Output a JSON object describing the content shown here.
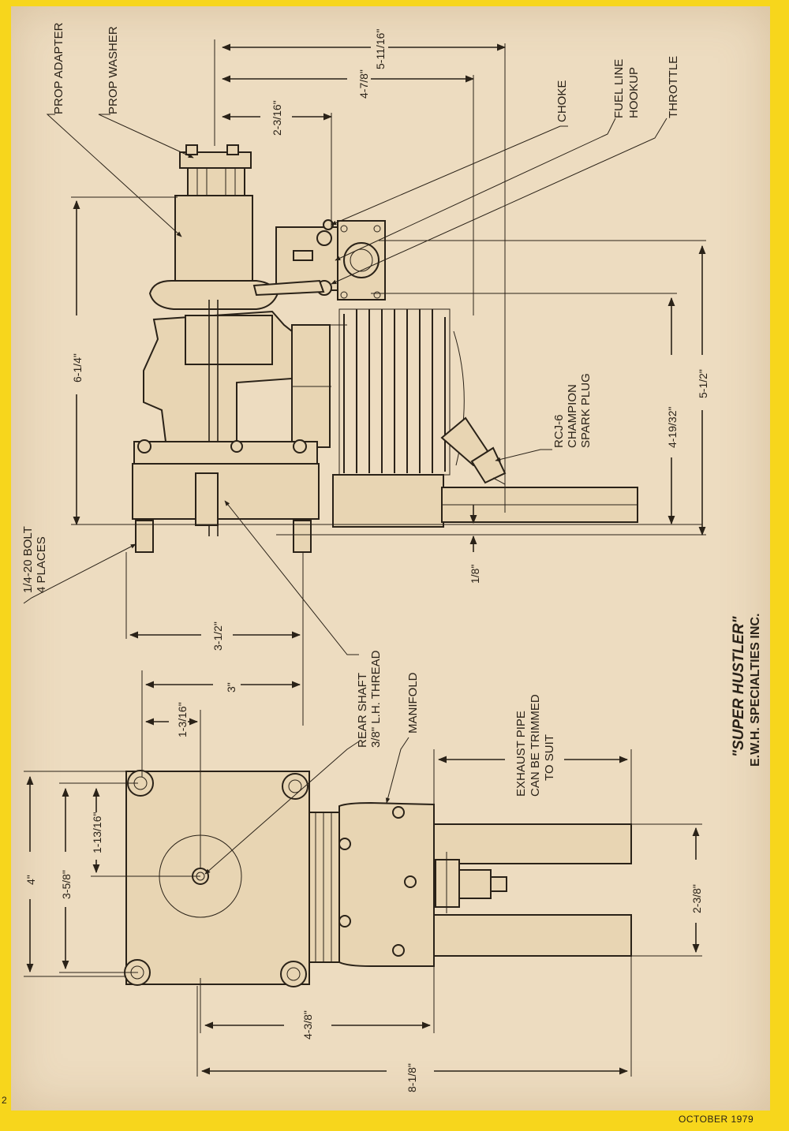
{
  "labels": {
    "prop_adapter": "PROP ADAPTER",
    "prop_washer": "PROP WASHER",
    "choke": "CHOKE",
    "fuel_line_1": "FUEL LINE",
    "fuel_line_2": "HOOKUP",
    "throttle": "THROTTLE",
    "spark_1": "RCJ-6",
    "spark_2": "CHAMPION",
    "spark_3": "SPARK PLUG",
    "bolt_1": "1/4-20 BOLT",
    "bolt_2": "4 PLACES",
    "shaft_1": "REAR SHAFT",
    "shaft_2": "3/8\" L.H. THREAD",
    "manifold": "MANIFOLD",
    "exhaust_1": "EXHAUST PIPE",
    "exhaust_2": "CAN BE TRIMMED",
    "exhaust_3": "TO SUIT"
  },
  "dimensions": {
    "d_5_11_16": "5-11/16\"",
    "d_4_7_8": "4-7/8\"",
    "d_2_3_16": "2-3/16\"",
    "d_6_1_4": "6-1/4\"",
    "d_5_1_2": "5-1/2\"",
    "d_4_19_32": "4-19/32\"",
    "d_1_8": "1/8\"",
    "d_3_1_2": "3-1/2\"",
    "d_3": "3\"",
    "d_1_3_16": "1-3/16\"",
    "d_4": "4\"",
    "d_3_5_8": "3-5/8\"",
    "d_1_13_16": "1-13/16\"",
    "d_2_3_8": "2-3/8\"",
    "d_4_3_8": "4-3/8\"",
    "d_8_1_8": "8-1/8\""
  },
  "title": {
    "name": "\"SUPER  HUSTLER\"",
    "maker": "E.W.H. SPECIALTIES INC."
  },
  "footer": {
    "date": "OCTOBER 1979",
    "page": "2"
  }
}
